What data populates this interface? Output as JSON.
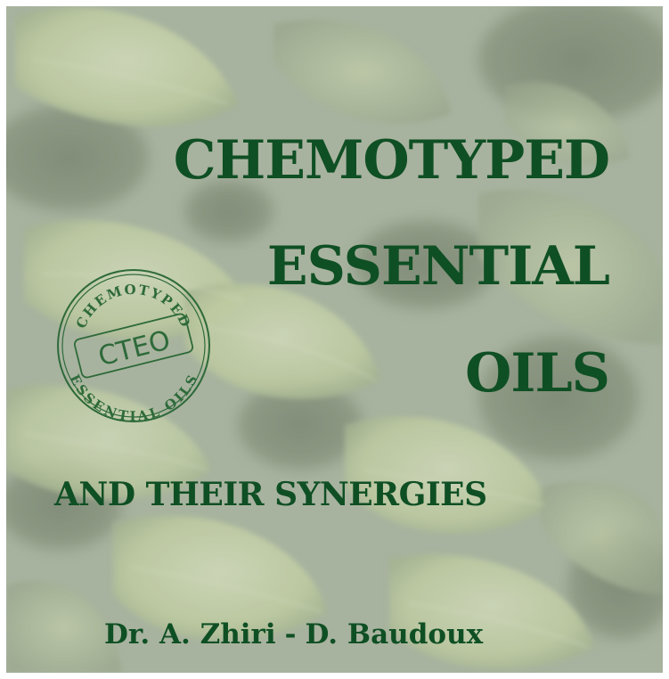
{
  "cover": {
    "title_lines": [
      "CHEMOTYPED",
      "ESSENTIAL",
      "OILS"
    ],
    "subtitle": "AND THEIR SYNERGIES",
    "authors": {
      "first": "Dr. A. Zhiri",
      "separator": "-",
      "second": "D. Baudoux"
    },
    "seal": {
      "top_text": "CHEMOTYPED",
      "bottom_text": "ESSENTIAL OILS",
      "center_text": "CTEO"
    },
    "colors": {
      "title_green": "#0f4f24",
      "seal_green": "#2e6a3a",
      "background_gray": "#a9b4a0",
      "leaf_light": "#d6e0b4",
      "leaf_dark": "#4e5c48"
    }
  }
}
